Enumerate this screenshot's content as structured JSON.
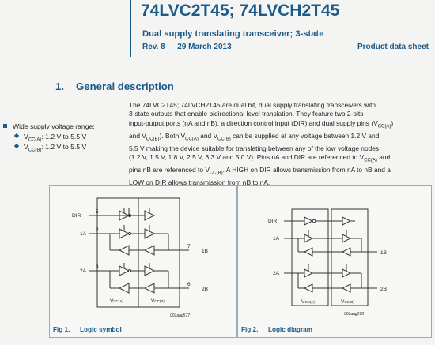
{
  "header": {
    "title": "74LVC2T45; 74LVCH2T45",
    "subtitle": "Dual supply translating transceiver; 3-state",
    "revision": "Rev. 8 — 29 March 2013",
    "doc_type": "Product data sheet"
  },
  "section": {
    "number": "1.",
    "title": "General description"
  },
  "features": {
    "main": "Wide supply voltage range:",
    "sub": [
      {
        "sym": "V",
        "sub": "CC(A)",
        "rest": ": 1.2 V to 5.5 V"
      },
      {
        "sym": "V",
        "sub": "CC(B)",
        "rest": ": 1.2 V to 5.5 V"
      }
    ]
  },
  "description": {
    "p1": "The 74LVC2T45; 74LVCH2T45 are dual bit, dual supply translating transceivers with",
    "p2": "3-state outputs that enable bidirectional level translation. They feature two 2-bits",
    "p3": "input-output ports (nA and nB), a direction control input (DIR) and dual supply pins (V",
    "p3_sub": "CC(A)",
    "p4a": "and V",
    "p4_sub": "CC(B)",
    "p4b": "). Both V",
    "p4_sub2": "CC(A)",
    "p4c": "and V",
    "p4_sub3": "CC(B)",
    "p4d": "can be supplied at any voltage between 1.2 V and",
    "p5": "5.5 V making the device suitable for translating between any of the low voltage nodes",
    "p6": "(1.2 V, 1.5 V, 1.8 V, 2.5 V, 3.3 V and 5.0 V). Pins nA and DIR are referenced to V",
    "p6_sub": "CC(A)",
    "p6b": "and",
    "p7a": "pins nB are referenced to V",
    "p7_sub": "CC(B)",
    "p7b": ". A HIGH on DIR allows transmission from nA to nB and a",
    "p8": "LOW on DIR allows transmission from nB to nA."
  },
  "figures": {
    "fig1": {
      "number": "Fig 1.",
      "caption": "Logic symbol",
      "code": "001aag577",
      "pins": {
        "dir": "DIR",
        "a1": "1A",
        "a2": "2A",
        "b1": "1B",
        "b2": "2B"
      },
      "pin_numbers": {
        "dir": "5",
        "a1": "2",
        "a2": "3",
        "b1": "7",
        "b2": "6"
      },
      "supply_a": "V",
      "supply_a_sub": "CC(A)",
      "supply_b": "V",
      "supply_b_sub": "CC(B)"
    },
    "fig2": {
      "number": "Fig 2.",
      "caption": "Logic diagram",
      "code": "001aag578",
      "pins": {
        "dir": "DIR",
        "a1": "1A",
        "a2": "2A",
        "b1": "1B",
        "b2": "2B"
      },
      "supply_a": "V",
      "supply_a_sub": "CC(A)",
      "supply_b": "V",
      "supply_b_sub": "CC(B)"
    }
  }
}
